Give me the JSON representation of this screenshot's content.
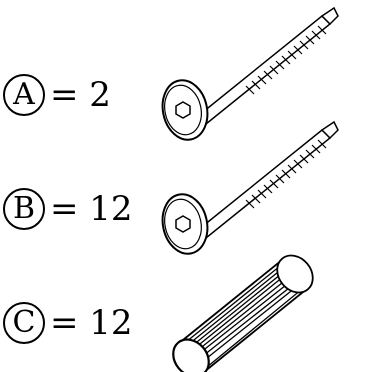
{
  "items": [
    {
      "letter": "A",
      "quantity": "= 2",
      "part": "screw-icon"
    },
    {
      "letter": "B",
      "quantity": "= 12",
      "part": "screw-icon"
    },
    {
      "letter": "C",
      "quantity": "= 12",
      "part": "dowel-icon"
    }
  ]
}
